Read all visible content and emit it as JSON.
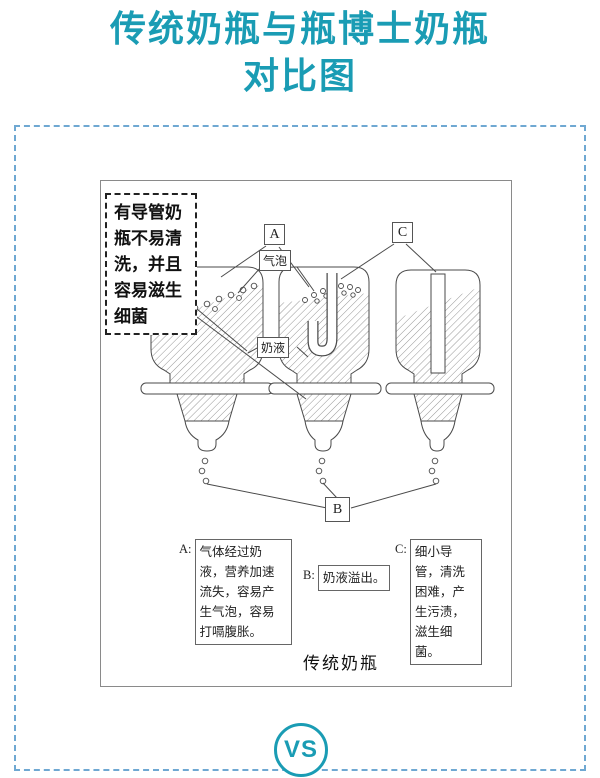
{
  "title": {
    "line1": "传统奶瓶与瓶博士奶瓶",
    "line2": "对比图"
  },
  "colors": {
    "accent": "#1a9cb4",
    "dashed_border": "#6fa8d2"
  },
  "diagram": {
    "note": "有导管奶瓶不易清洗，并且容易滋生细菌",
    "label_a": "A",
    "label_b": "B",
    "label_c": "C",
    "bubble_label": "气泡",
    "milk_label": "奶液",
    "desc_a_prefix": "A:",
    "desc_a": "气体经过奶液，营养加速流失，容易产生气泡，容易打嗝腹胀。",
    "desc_b_prefix": "B:",
    "desc_b": "奶液溢出。",
    "desc_c_prefix": "C:",
    "desc_c": "细小导管，清洗困难，产生污渍，滋生细菌。",
    "caption": "传统奶瓶"
  },
  "vs": "VS"
}
